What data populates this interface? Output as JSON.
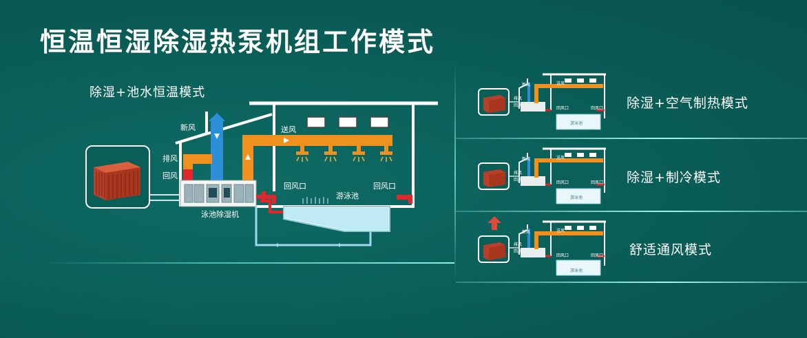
{
  "title": "恒温恒湿除湿热泵机组工作模式",
  "main": {
    "mode_label": "除湿+池水恒温模式",
    "labels": {
      "fresh_air": "新风",
      "exhaust_air": "排风",
      "return_air": "回风",
      "supply_air": "送风",
      "return_vent_left": "回风口",
      "return_vent_right": "回风口",
      "pool": "游泳池",
      "dehumidifier": "泳池除湿机"
    }
  },
  "modes": [
    {
      "label": "除湿+空气制热模式",
      "mini": {
        "supply": "送风",
        "fresh": "新风",
        "exhaust": "排风",
        "ret": "回风",
        "vent1": "回风口",
        "vent2": "回风口",
        "pool": "游泳池"
      }
    },
    {
      "label": "除湿+制冷模式",
      "mini": {
        "supply": "送风",
        "fresh": "新风",
        "exhaust": "排风",
        "ret": "回风",
        "vent1": "回风口",
        "vent2": "回风口",
        "pool": "游泳池"
      }
    },
    {
      "label": "舒适通风模式",
      "mini": {
        "supply": "送风",
        "fresh": "新风",
        "exhaust": "排风",
        "ret": "回风",
        "vent1": "回风口",
        "vent2": "回风口",
        "pool": "游泳池"
      }
    }
  ],
  "colors": {
    "background": "#0a5e58",
    "orange_duct": "#f0901e",
    "blue_duct": "#2d8fd8",
    "red_duct": "#e3262b",
    "water": "#bfe9f5",
    "unit": "#c8442a"
  }
}
